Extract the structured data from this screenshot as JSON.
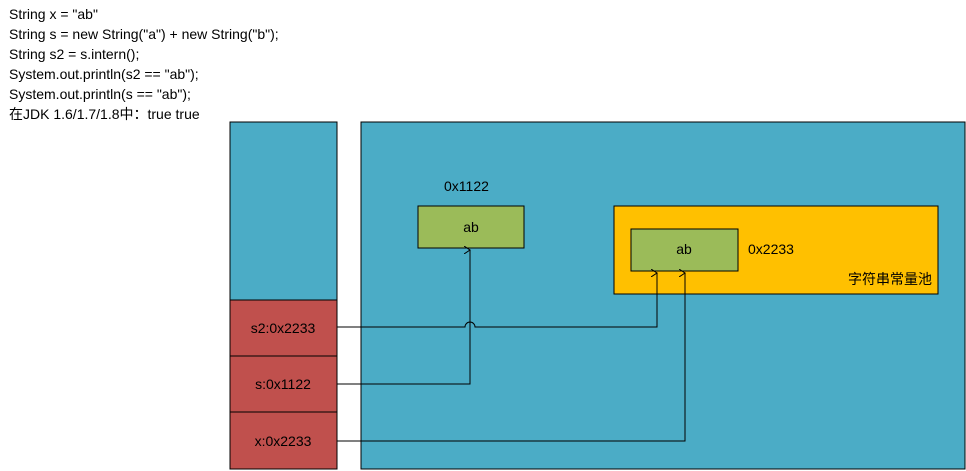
{
  "code_lines": [
    "String x = \"ab\"",
    "String s = new String(\"a\") + new String(\"b\");",
    "String s2 = s.intern();",
    "System.out.println(s2 == \"ab\");",
    "System.out.println(s == \"ab\");",
    "在JDK 1.6/1.7/1.8中：true true"
  ],
  "stack": {
    "vars": [
      "s2:0x2233",
      "s:0x1122",
      "x:0x2233"
    ]
  },
  "heap": {
    "object": {
      "address": "0x1122",
      "value": "ab"
    },
    "pool": {
      "label": "字符串常量池",
      "entry": {
        "value": "ab",
        "address": "0x2233"
      }
    }
  },
  "colors": {
    "panel": "#4bacc6",
    "stack_var": "#c0504d",
    "string_obj": "#9bbb59",
    "pool": "#ffc000",
    "border": "#000000"
  }
}
